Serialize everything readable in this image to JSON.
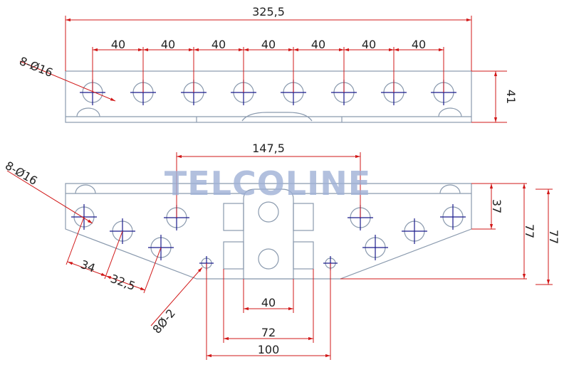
{
  "watermark": "TELCOLINE",
  "colors": {
    "dimension_line": "#d11818",
    "part_outline": "#8a9aae",
    "hole_center": "#1a1a8c",
    "watermark": "#9fb1d6"
  },
  "top_view": {
    "overall_length": "325,5",
    "spacing_labels": [
      "40",
      "40",
      "40",
      "40",
      "40",
      "40",
      "40"
    ],
    "hole_callout": "8-Ø16",
    "height": "41"
  },
  "front_view": {
    "top_span": "147,5",
    "hole_callout": "8-Ø16",
    "small_hole_callout": "8Ø-2",
    "offset_1": "34",
    "offset_2": "32,5",
    "slot_width": "40",
    "inner_width": "72",
    "outer_width": "100",
    "height_small": "37",
    "height_total_1": "77",
    "height_total_2": "77"
  }
}
